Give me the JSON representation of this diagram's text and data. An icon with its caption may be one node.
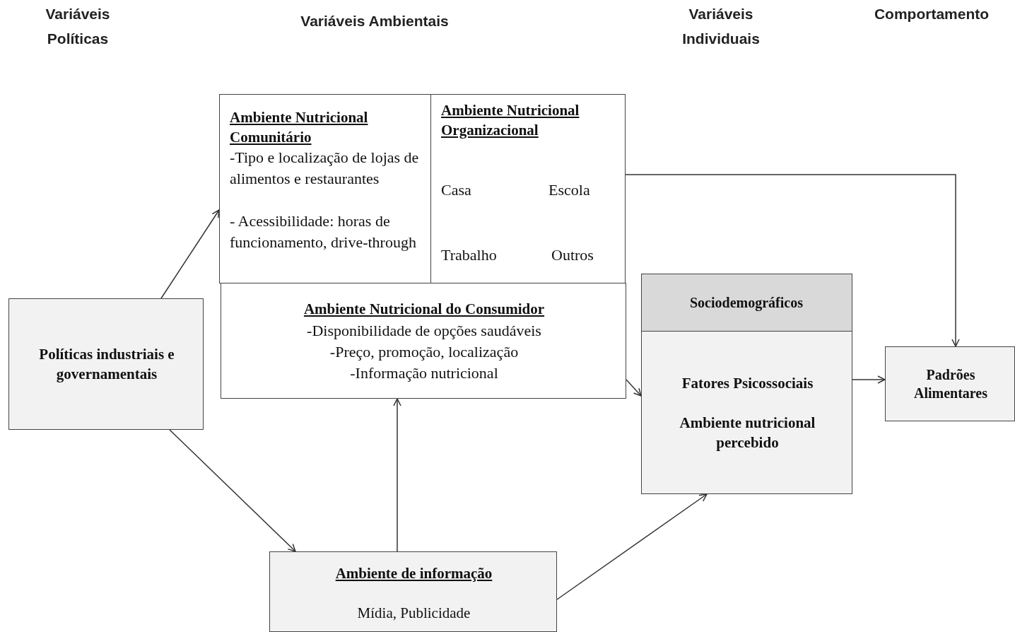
{
  "diagram": {
    "nodes": [
      {
        "text": [
          "Políticas industriais e governamentais"
        ]
      },
      {
        "text": [
          "Ambiente Nutricional Comunitário",
          "-Tipo e localização de lojas de alimentos e restaurantes",
          "- Acessibilidade: horas de funcionamento, drive-through"
        ]
      },
      {
        "text": [
          "Ambiente Nutricional Organizacional",
          "Casa",
          "Escola",
          "Trabalho",
          "Outros"
        ]
      },
      {
        "text": [
          "Ambiente Nutricional do Consumidor",
          "-Disponibilidade de opções saudáveis",
          "-Preço, promoção, localização",
          "-Informação nutricional"
        ]
      },
      {
        "text": [
          "Fatores Psicossociais",
          "Ambiente nutricional percebido"
        ]
      },
      {
        "text": [
          "Sociodemográficos"
        ],
        "in": 4
      },
      {
        "text": [
          "Padrões Alimentares"
        ]
      },
      {
        "text": [
          "Ambiente de informação",
          "Mídia, Publicidade"
        ]
      }
    ],
    "edges": [
      {
        "from": 0,
        "to": 1,
        "arrow": "to"
      },
      {
        "from": 0,
        "to": 7,
        "arrow": "to"
      },
      {
        "from": 7,
        "to": 3,
        "arrow": "to"
      },
      {
        "from": 7,
        "to": 4,
        "arrow": "to"
      },
      {
        "from": 3,
        "to": 4,
        "arrow": "to"
      },
      {
        "from": 2,
        "to": 6,
        "arrow": "to"
      },
      {
        "from": 4,
        "to": 6,
        "arrow": "to"
      }
    ],
    "labels": [
      "Variáveis Políticas",
      "Variáveis Ambientais",
      "Variáveis Individuais",
      "Comportamento"
    ]
  }
}
